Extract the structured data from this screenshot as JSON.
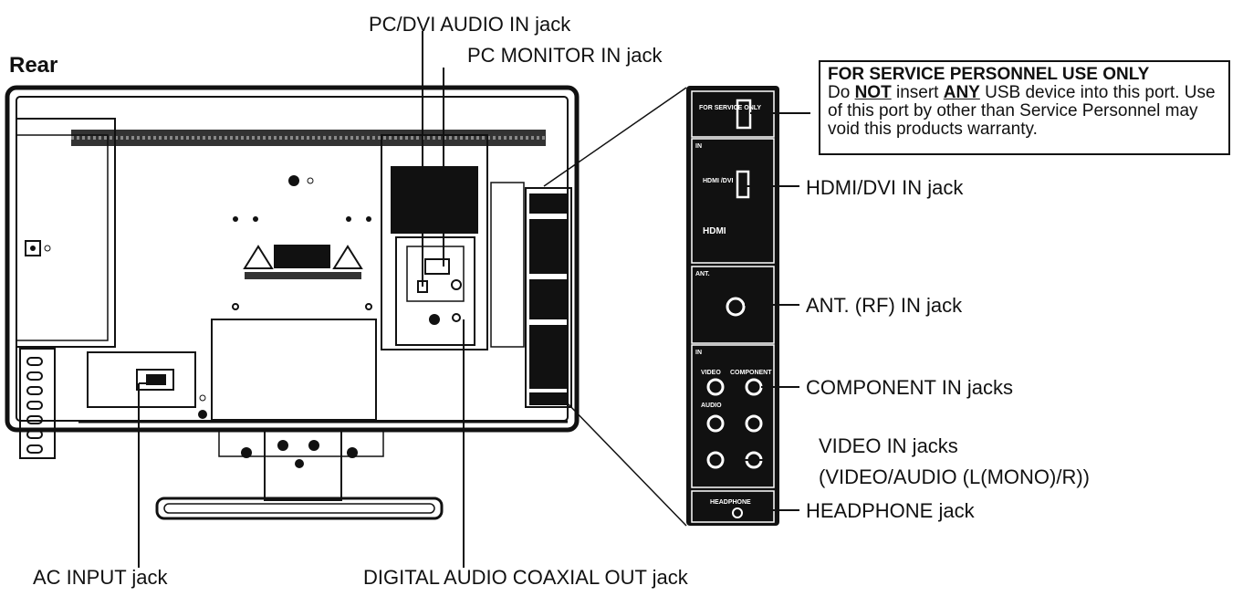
{
  "heading": "Rear",
  "labels": {
    "pc_dvi_audio_in": "PC/DVI AUDIO IN jack",
    "pc_monitor_in": "PC MONITOR IN jack",
    "hdmi_dvi_in": "HDMI/DVI IN jack",
    "ant_rf_in": "ANT. (RF) IN jack",
    "component_in": "COMPONENT IN jacks",
    "video_in_line1": "VIDEO IN jacks",
    "video_in_line2": "(VIDEO/AUDIO (L(MONO)/R))",
    "headphone": "HEADPHONE jack",
    "ac_input": "AC INPUT jack",
    "digital_audio_coaxial_out": "DIGITAL AUDIO COAXIAL OUT jack"
  },
  "notice": {
    "title": "FOR SERVICE PERSONNEL USE ONLY",
    "pre": "Do ",
    "not": "NOT",
    "mid": " insert ",
    "any": "ANY",
    "post": " USB device into this port. Use of this port by other than Service Personnel may void this products warranty."
  },
  "panel": {
    "service_only": "FOR SERVICE ONLY",
    "in": "IN",
    "hdmi_dvi": "HDMI /DVI",
    "hdmi_logo": "HDMI",
    "ant": "ANT.",
    "video": "VIDEO",
    "component": "COMPONENT",
    "audio": "AUDIO",
    "headphone": "HEADPHONE"
  }
}
